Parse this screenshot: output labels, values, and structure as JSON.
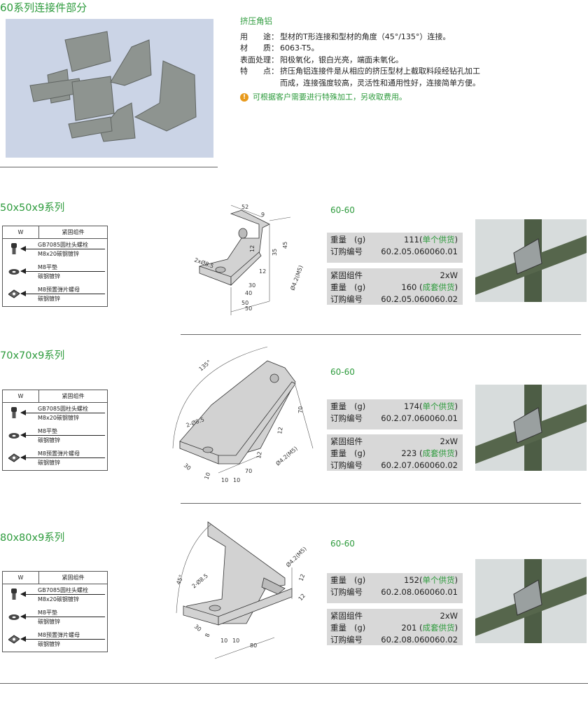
{
  "title": "60系列连接件部分",
  "intro": {
    "heading": "挤压角铝",
    "rows": [
      {
        "k1": "用",
        "k2": "途：",
        "v": "型材的T形连接和型材的角度（45°/135°）连接。"
      },
      {
        "k1": "材",
        "k2": "质：",
        "v": "6063-T5。"
      },
      {
        "k1": "表面处理",
        "k2": "：",
        "v": "阳极氧化，银白光亮，端面未氧化。"
      },
      {
        "k1": "特",
        "k2": "点：",
        "v": "挤压角铝连接件是从相应的挤压型材上截取料段经钻孔加工"
      }
    ],
    "cont": "而成，连接强度较高，灵活性和通用性好，连接简单方便。",
    "note": "可根据客户需要进行特殊加工，另收取费用。"
  },
  "fast_table": {
    "col_w": "W",
    "col_c": "紧固组件",
    "items": [
      {
        "l1": "GB7085圆柱头螺栓",
        "l2": "M8x20碳钢镀锌"
      },
      {
        "l1": "M8平垫",
        "l2": "碳钢镀锌"
      },
      {
        "l1": "M8预置弹片螺母",
        "l2": "碳钢镀锌"
      }
    ]
  },
  "labels": {
    "weight": "重量",
    "unit": "(g)",
    "order": "订购编号",
    "fasten": "紧固组件",
    "single": "单个供货",
    "set": "成套供货"
  },
  "sections": [
    {
      "title": "50x50x9系列",
      "code": "60-60",
      "w1": "111",
      "o1": "60.2.05.060060.01",
      "fq": "2xW",
      "w2": "160",
      "o2": "60.2.05.060060.02",
      "dims": [
        "52",
        "9",
        "50",
        "45",
        "35",
        "2xØ8.5",
        "Ø4.2(M5)",
        "12",
        "30",
        "40",
        "50",
        "12"
      ]
    },
    {
      "title": "70x70x9系列",
      "code": "60-60",
      "w1": "174",
      "o1": "60.2.07.060060.01",
      "fq": "2xW",
      "w2": "223",
      "o2": "60.2.07.060060.02",
      "dims": [
        "135°",
        "2-Ø8.5",
        "70",
        "12",
        "12",
        "Ø4.2(M5)",
        "30",
        "10",
        "10",
        "10",
        "70"
      ]
    },
    {
      "title": "80x80x9系列",
      "code": "60-60",
      "w1": "152",
      "o1": "60.2.08.060060.01",
      "fq": "2xW",
      "w2": "201",
      "o2": "60.2.08.060060.02",
      "dims": [
        "45°",
        "2-Ø8.5",
        "Ø4.2(M5)",
        "12",
        "12",
        "30",
        "8",
        "10",
        "10",
        "80"
      ]
    }
  ]
}
